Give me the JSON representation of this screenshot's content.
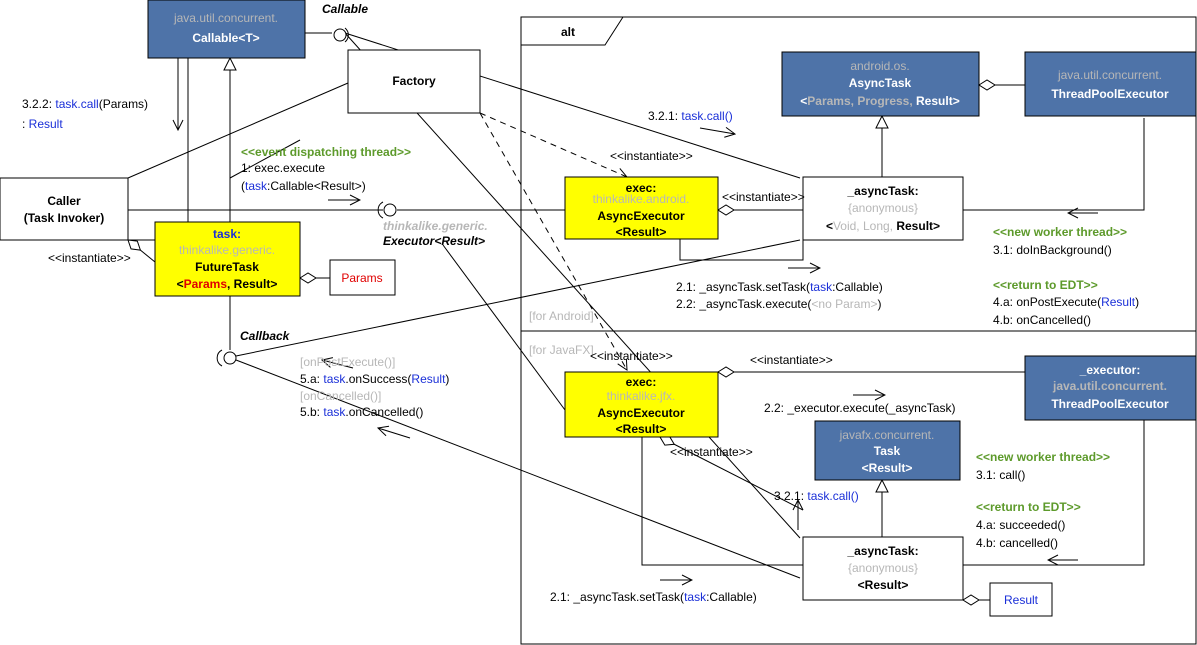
{
  "colors": {
    "class_box": "#4e73a8",
    "object_box": "#ffff00",
    "grey_text": "#b7b7b7",
    "blue_text": "#1a2fd8",
    "green_text": "#5d9a2b",
    "red_text": "#e00000"
  },
  "frame": {
    "tag": "alt",
    "guard_android": "[for Android]",
    "guard_javafx": "[for JavaFX]"
  },
  "callable": {
    "pkg": "java.util.concurrent.",
    "name": "Callable<T>",
    "interface_label": "Callable",
    "call_msg": {
      "prefix": "3.2.2: ",
      "link": "task.call",
      "params": "(Params)",
      "sep": ": ",
      "result": "Result"
    }
  },
  "factory": {
    "name": "Factory"
  },
  "caller": {
    "line1": "Caller",
    "line2": "(Task Invoker)",
    "instantiate": "<<instantiate>>"
  },
  "task": {
    "name": "task:",
    "pkg": "thinkalike.generic.",
    "cls": "FutureTask",
    "generic_open": "<",
    "p": "Params",
    "sep": ", ",
    "r": "Result",
    "generic_close": ">",
    "params_box": "Params"
  },
  "executor_iface": {
    "pkg": "thinkalike.generic.",
    "name": "Executor<Result>"
  },
  "event_thread": "<<event dispatching thread>>",
  "execute_msg": {
    "line1": "1: exec.execute",
    "open": "(",
    "link": "task",
    "rest": ":Callable<Result>)"
  },
  "callback": {
    "label": "Callback",
    "on_post": "[onPostExecute()]",
    "msg_a_prefix": "5.a: ",
    "msg_a_link": "task",
    "msg_a_mid": ".onSuccess(",
    "msg_a_result": "Result",
    "msg_a_end": ")",
    "on_cancel": "[onCancelled()]",
    "msg_b_prefix": "5.b: ",
    "msg_b_link": "task",
    "msg_b_rest": ".onCancelled()"
  },
  "android": {
    "asynctask": {
      "pkg": "android.os.",
      "name": "AsyncTask",
      "generic_open": "<",
      "generics": "Params, Progress, ",
      "result": "Result",
      "generic_close": ">"
    },
    "pool": {
      "pkg": "java.util.concurrent.",
      "name": "ThreadPoolExecutor"
    },
    "exec": {
      "name": "exec:",
      "pkg": "thinkalike.android.",
      "cls": "AsyncExecutor",
      "generic": "<Result>"
    },
    "anon": {
      "name": "_asyncTask:",
      "anon": "{anonymous}",
      "generic_open": "<",
      "generics": "Void, Long, ",
      "result": "Result",
      "generic_close": ">"
    },
    "instantiate_exec": "<<instantiate>>",
    "instantiate_anon": "<<instantiate>>",
    "call_msg": {
      "prefix": "3.2.1: ",
      "link": "task.call()"
    },
    "set_task": {
      "prefix": "2.1: _asyncTask.setTask(",
      "link": "task",
      "rest": ":Callable)"
    },
    "execute": {
      "prefix": "2.2: _asyncTask.execute(",
      "param": "<no Param>",
      "end": ")"
    },
    "worker": "<<new worker thread>>",
    "bg": "3.1: doInBackground()",
    "edt": "<<return to EDT>>",
    "post": {
      "prefix": "4.a: onPostExecute(",
      "result": "Result",
      "end": ")"
    },
    "cancel": "4.b: onCancelled()"
  },
  "javafx": {
    "exec": {
      "name": "exec:",
      "pkg": "thinkalike.jfx.",
      "cls": "AsyncExecutor",
      "generic": "<Result>"
    },
    "executor": {
      "name": "_executor:",
      "pkg": "java.util.concurrent.",
      "cls": "ThreadPoolExecutor"
    },
    "task_cls": {
      "pkg": "javafx.concurrent.",
      "name": "Task",
      "generic": "<Result>"
    },
    "anon": {
      "name": "_asyncTask:",
      "anon": "{anonymous}",
      "generic": "<Result>"
    },
    "instantiate_exec": "<<instantiate>>",
    "instantiate_executor": "<<instantiate>>",
    "instantiate_anon": "<<instantiate>>",
    "executor_msg": "2.2: _executor.execute(_asyncTask)",
    "call_msg": {
      "prefix": "3.2.1: ",
      "link": "task.call()"
    },
    "worker": "<<new worker thread>>",
    "call": "3.1: call()",
    "edt": "<<return to EDT>>",
    "succeeded": "4.a: succeeded()",
    "cancelled": "4.b: cancelled()",
    "set_task": {
      "prefix": "2.1: _asyncTask.setTask(",
      "link": "task",
      "rest": ":Callable)"
    },
    "result_box": "Result"
  }
}
